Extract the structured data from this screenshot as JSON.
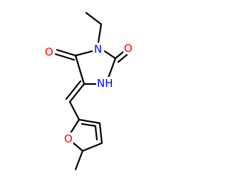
{
  "molecule": {
    "atoms": {
      "O_left": {
        "label": "O",
        "color": "#ff0000"
      },
      "N_top": {
        "label": "N",
        "color": "#0000ff"
      },
      "O_right": {
        "label": "O",
        "color": "#ff0000"
      },
      "NH": {
        "label": "NH",
        "color": "#0000ff"
      },
      "O_furan": {
        "label": "O",
        "color": "#ff0000"
      }
    },
    "bond_color": "#000000"
  }
}
